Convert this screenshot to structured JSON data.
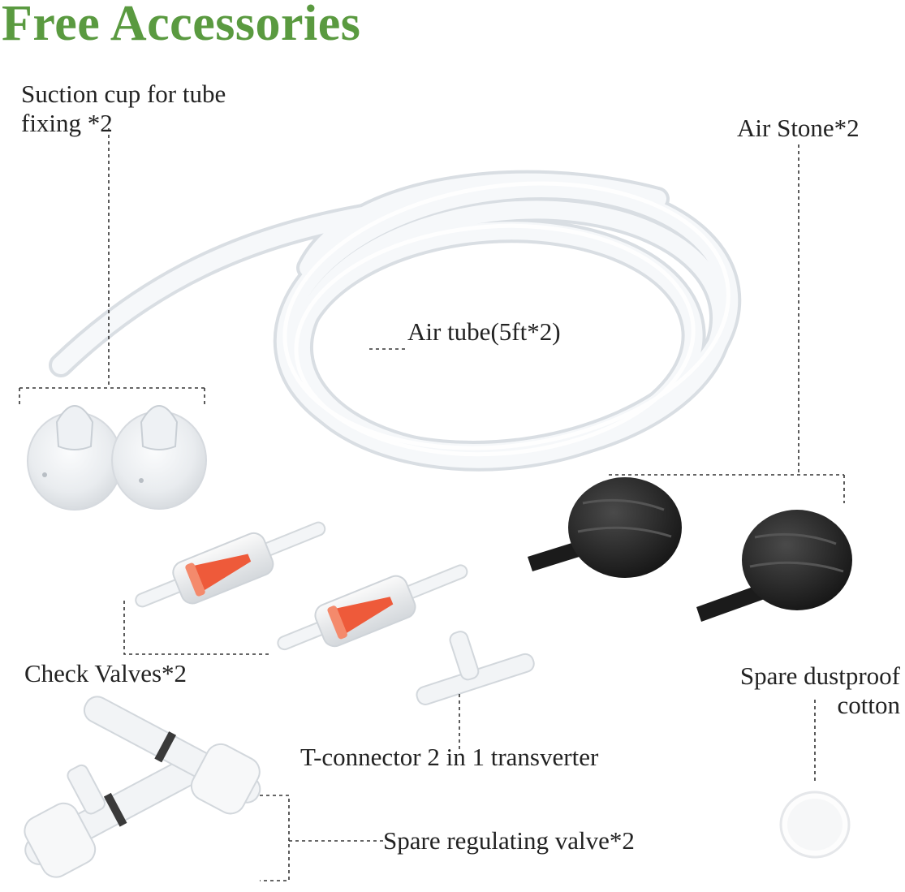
{
  "title": "Free Accessories",
  "labels": {
    "suction_line1": "Suction cup for tube",
    "suction_line2": "fixing *2",
    "air_stone": "Air Stone*2",
    "air_tube": "Air tube(5ft*2)",
    "check_valves": "Check Valves*2",
    "t_connector": "T-connector 2 in 1 transverter",
    "spare_cotton_line1": "Spare dustproof",
    "spare_cotton_line2": "cotton",
    "regulating_valve": "Spare regulating valve*2"
  },
  "colors": {
    "title_green": "#5a9a40",
    "label_text": "#222222",
    "tube_white": "#f4f6f8",
    "valve_red": "#ee5a3a",
    "air_stone_black": "#2a2a2a"
  }
}
